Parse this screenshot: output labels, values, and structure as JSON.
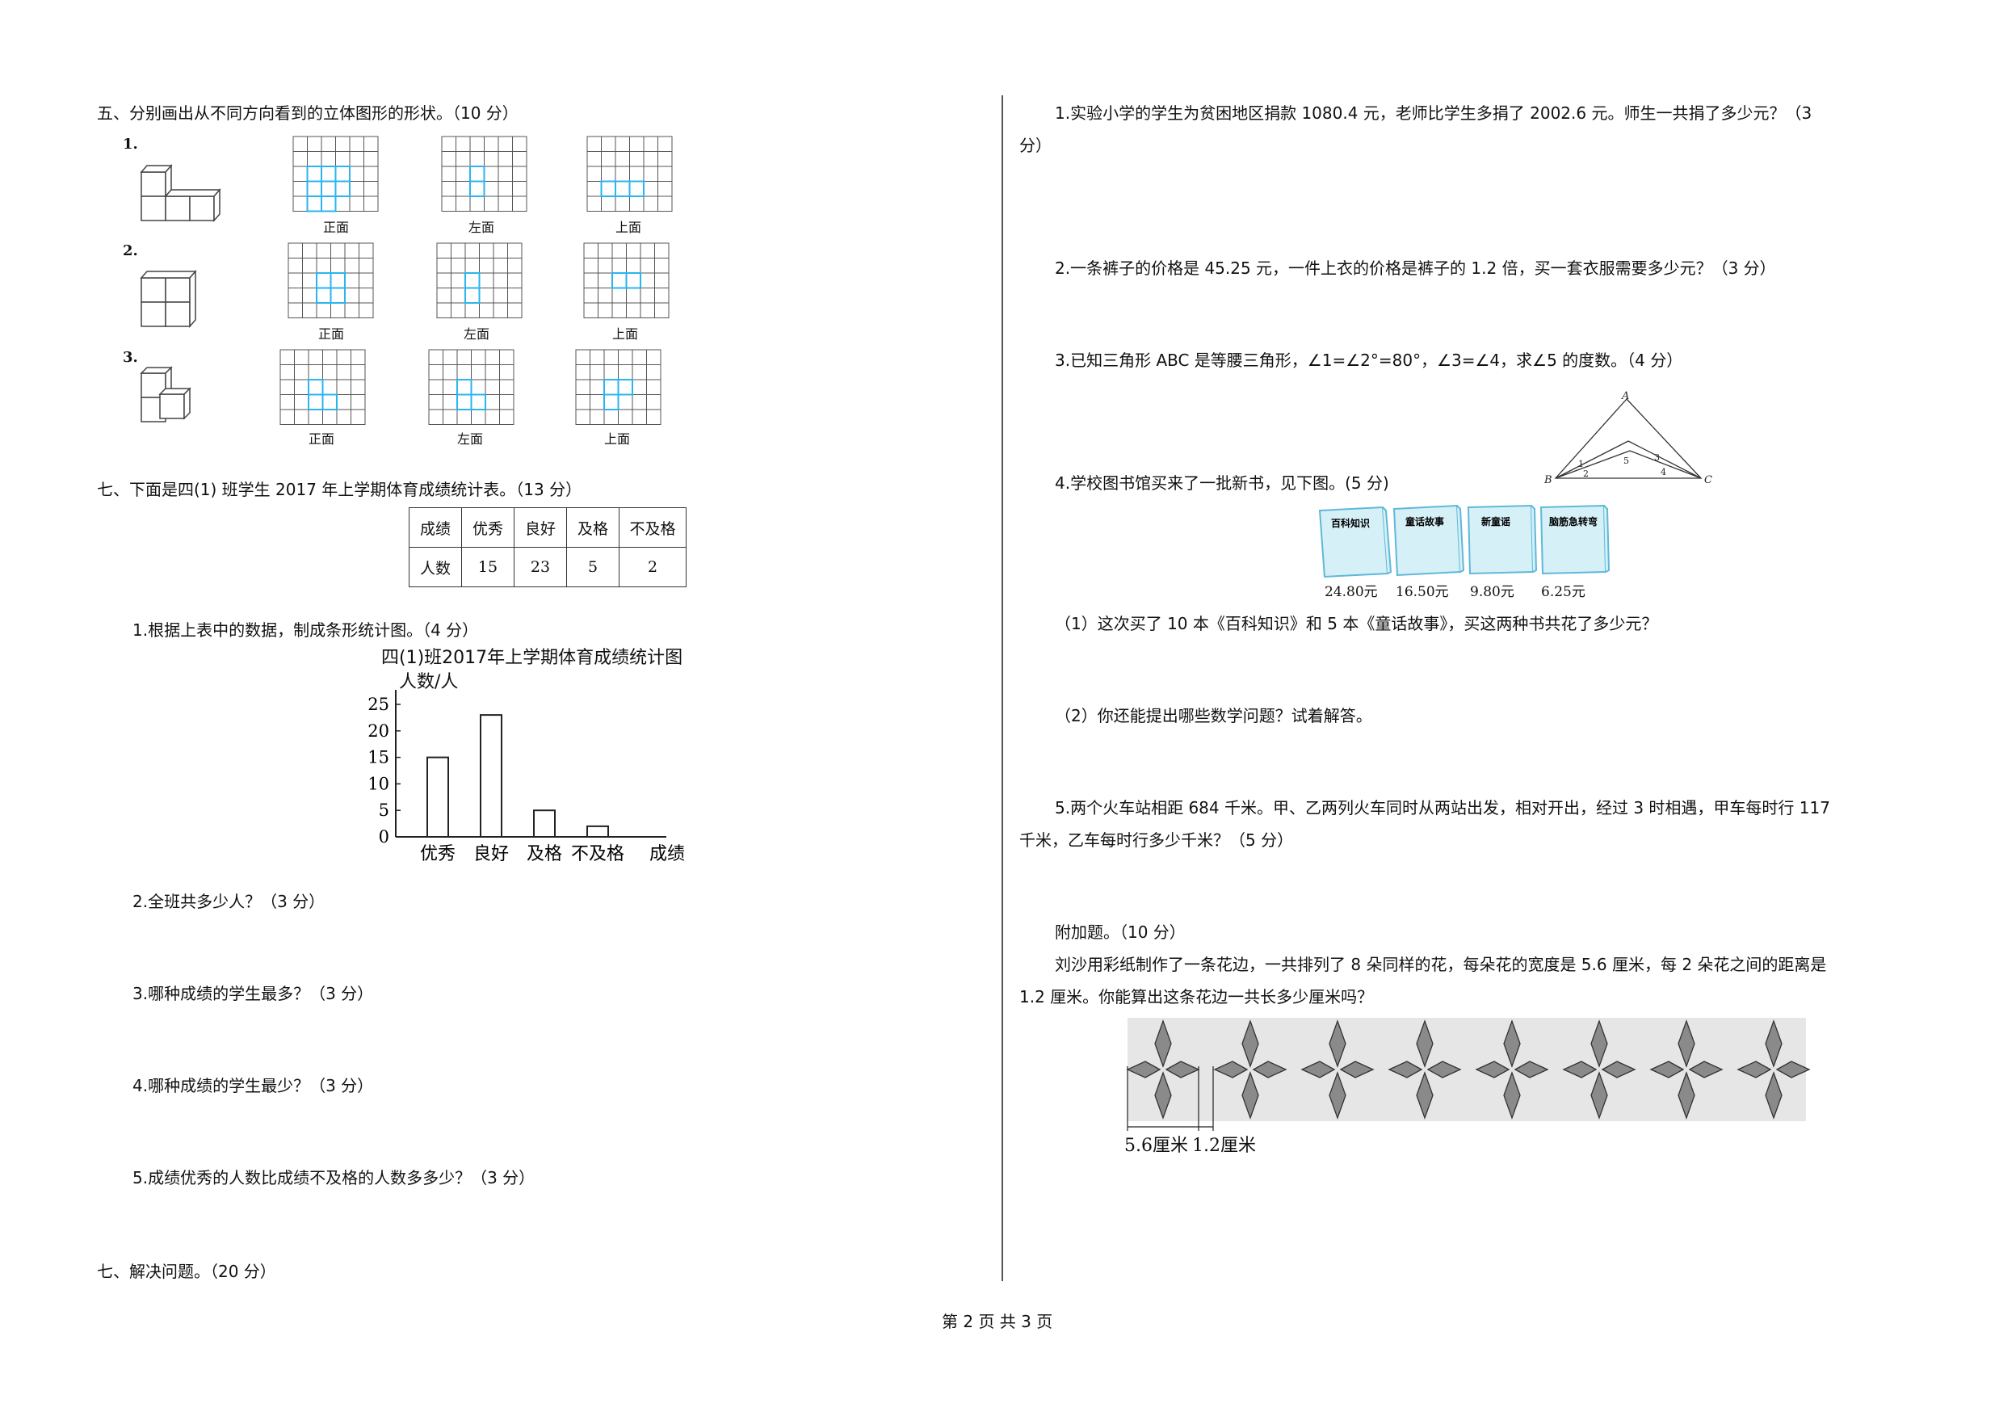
{
  "left": {
    "section5_title": "五、分别画出从不同方向看到的立体图形的形状。（10 分）",
    "rows": [
      {
        "number": "1.",
        "labels": [
          "正面",
          "左面",
          "上面"
        ]
      },
      {
        "number": "2.",
        "labels": [
          "正面",
          "左面",
          "上面"
        ]
      },
      {
        "number": "3.",
        "labels": [
          "正面",
          "左面",
          "上面"
        ]
      }
    ],
    "section7_title": "七、下面是四(1) 班学生 2017 年上学期体育成绩统计表。（13 分）",
    "table": {
      "headers": [
        "成绩",
        "优秀",
        "良好",
        "及格",
        "不及格"
      ],
      "row_label": "人数",
      "values": [
        "15",
        "23",
        "5",
        "2"
      ]
    },
    "q1": "1.根据上表中的数据，制成条形统计图。（4 分）",
    "q2": "2.全班共多少人？（3 分）",
    "q3": "3.哪种成绩的学生最多？（3 分）",
    "q4": "4.哪种成绩的学生最少？（3 分）",
    "q5": "5.成绩优秀的人数比成绩不及格的人数多多少？（3 分）",
    "section7b_title": "七、解决问题。（20 分）"
  },
  "chart_data": {
    "type": "bar",
    "title": "四(1)班2017年上学期体育成绩统计图",
    "ylabel": "人数/人",
    "xlabel": "成绩",
    "categories": [
      "优秀",
      "良好",
      "及格",
      "不及格"
    ],
    "values": [
      15,
      23,
      5,
      2
    ],
    "yticks": [
      "0",
      "5",
      "10",
      "15",
      "20",
      "25"
    ],
    "ylim": [
      0,
      25
    ],
    "grid": false
  },
  "right": {
    "p1": "1.实验小学的学生为贫困地区捐款 1080.4 元，老师比学生多捐了 2002.6 元。师生一共捐了多少元？（3",
    "p1_cont": "分）",
    "p2": "2.一条裤子的价格是 45.25 元，一件上衣的价格是裤子的 1.2 倍，买一套衣服需要多少元？（3 分）",
    "p3": "3.已知三角形 ABC 是等腰三角形，∠1=∠2°=80°，∠3=∠4，求∠5 的度数。（4 分）",
    "triangle_labels": {
      "A": "A",
      "B": "B",
      "C": "C",
      "n1": "1",
      "n2": "2",
      "n3": "3",
      "n4": "4",
      "n5": "5"
    },
    "p4": "4.学校图书馆买来了一批新书，见下图。(5 分)",
    "books": [
      {
        "title": "百科知识",
        "price": "24.80元"
      },
      {
        "title": "童话故事",
        "price": "16.50元"
      },
      {
        "title": "新童谣",
        "price": "9.80元"
      },
      {
        "title": "脑筋急转弯",
        "price": "6.25元"
      }
    ],
    "p4_1": "（1）这次买了 10 本《百科知识》和 5 本《童话故事》，买这两种书共花了多少元？",
    "p4_2": "（2）你还能提出哪些数学问题？试着解答。",
    "p5": "5.两个火车站相距 684 千米。甲、乙两列火车同时从两站出发，相对开出，经过 3 时相遇，甲车每时行 117",
    "p5_cont": "千米，乙车每时行多少千米？（5 分）",
    "bonus_title": "附加题。（10 分）",
    "bonus_text": "刘沙用彩纸制作了一条花边，一共排列了 8 朵同样的花，每朵花的宽度是 5.6 厘米，每 2 朵花之间的距离是",
    "bonus_cont": "1.2 厘米。你能算出这条花边一共长多少厘米吗？",
    "flower_label1": "5.6厘米",
    "flower_label2": "1.2厘米"
  },
  "footer": "第 2 页 共 3 页",
  "colors": {
    "grid_highlight": "#2ab4f0",
    "book_fill": "#d6f0f8",
    "flower_fill": "#8a8a8a",
    "strip_bg": "#e6e6e6"
  }
}
